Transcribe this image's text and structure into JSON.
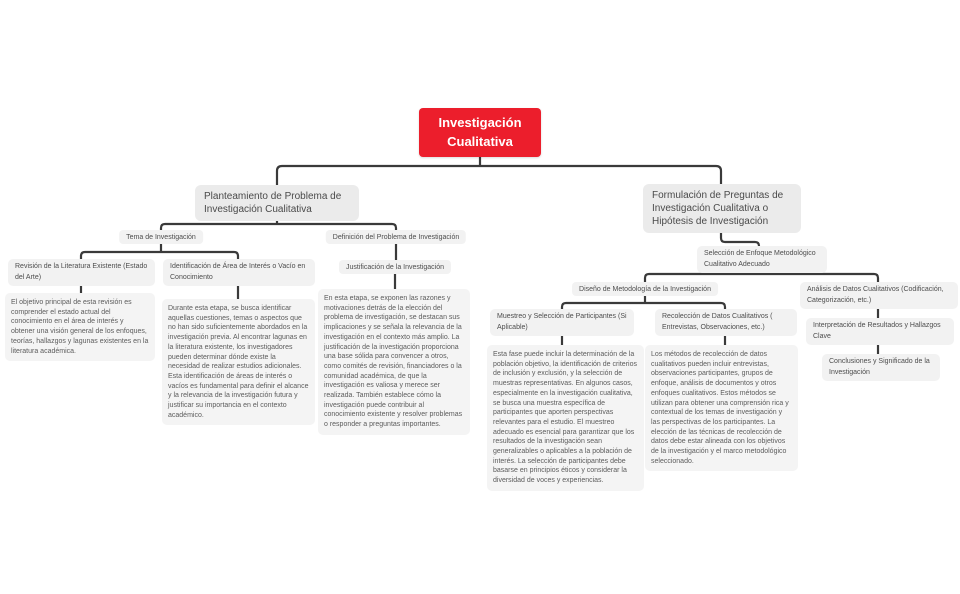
{
  "title": "Investigación Cualitativa",
  "colors": {
    "root_bg": "#ec1e2c",
    "root_text": "#ffffff",
    "branch_bg": "#ebebeb",
    "leaf_bg": "#f2f2f2",
    "desc_bg": "#f4f4f4",
    "line": "#3a3a3a",
    "background": "#ffffff"
  },
  "nodes": {
    "root": {
      "label": "Investigación Cualitativa"
    },
    "planteamiento": {
      "label": "Planteamiento de Problema de Investigación Cualitativa"
    },
    "formulacion": {
      "label": "Formulación de Preguntas de Investigación Cualitativa o Hipótesis de Investigación"
    },
    "tema": {
      "label": "Tema de Investigación"
    },
    "definicion": {
      "label": "Definición del Problema de Investigación"
    },
    "revision": {
      "label": "Revisión de la Literatura Existente (Estado del Arte)",
      "description": "El objetivo principal de esta revisión es comprender el estado actual del conocimiento en el área de interés y obtener una visión general de los enfoques, teorías, hallazgos y lagunas existentes en la literatura académica."
    },
    "identificacion": {
      "label": "Identificación de Área de Interés o Vacío en Conocimiento",
      "description": "Durante esta etapa, se busca identificar aquellas cuestiones, temas o aspectos que no han sido suficientemente abordados en la investigación previa. Al encontrar lagunas en la literatura existente, los investigadores pueden determinar dónde existe la necesidad de realizar estudios adicionales. Esta identificación de áreas de interés o vacíos es fundamental para definir el alcance y la relevancia de la investigación futura y justificar su importancia en el contexto académico."
    },
    "justificacion": {
      "label": "Justificación de la Investigación",
      "description": "En esta etapa, se exponen las razones y motivaciones detrás de la elección del problema de investigación, se destacan sus implicaciones y se señala la relevancia de la investigación en el contexto más amplio. La justificación de la investigación proporciona una base sólida para convencer a otros, como comités de revisión, financiadores o la comunidad académica, de que la investigación es valiosa y merece ser realizada. También establece cómo la investigación puede contribuir al conocimiento existente y resolver problemas o responder a preguntas importantes."
    },
    "seleccion": {
      "label": "Selección de Enfoque Metodológico Cualitativo Adecuado"
    },
    "diseno": {
      "label": "Diseño de Metodología de la Investigación"
    },
    "analisis": {
      "label": "Análisis de Datos Cualitativos (Codificación, Categorización, etc.)"
    },
    "muestreo": {
      "label": "Muestreo y Selección de Participantes (Si Aplicable)",
      "description": "Esta fase puede incluir la determinación de la población objetivo, la identificación de criterios de inclusión y exclusión, y la selección de muestras representativas. En algunos casos, especialmente en la investigación cualitativa, se busca una muestra específica de participantes que aporten perspectivas relevantes para el estudio. El muestreo adecuado es esencial para garantizar que los resultados de la investigación sean generalizables o aplicables a la población de interés. La selección de participantes debe basarse en principios éticos y considerar la diversidad de voces y experiencias."
    },
    "recoleccion": {
      "label": "Recolección de Datos Cualitativos ( Entrevistas, Observaciones, etc.)",
      "description": "Los métodos de recolección de datos cualitativos pueden incluir entrevistas, observaciones participantes, grupos de enfoque, análisis de documentos y otros enfoques cualitativos. Estos métodos se utilizan para obtener una comprensión rica y contextual de los temas de investigación y las perspectivas de los participantes. La elección de las técnicas de recolección de datos debe estar alineada con los objetivos de la investigación y el marco metodológico seleccionado."
    },
    "interpretacion": {
      "label": "Interpretación de Resultados y Hallazgos Clave"
    },
    "conclusiones": {
      "label": "Conclusiones y Significado de la Investigación"
    }
  }
}
